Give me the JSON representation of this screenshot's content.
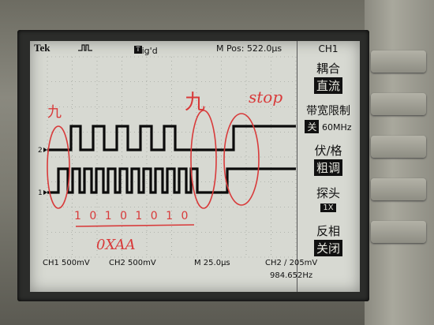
{
  "status_bar": {
    "brand": "Tek",
    "trigger_glyph": "T",
    "trigger_state": "Trig'd",
    "position_label": "M Pos: 522.0µs"
  },
  "menu": {
    "channel": "CH1",
    "coupling_title": "耦合",
    "coupling_value": "直流",
    "bw_limit_title": "带宽限制",
    "bw_limit_state": "关",
    "bw_limit_freq": "60MHz",
    "volts_div_title": "伏/格",
    "volts_div_value": "粗调",
    "probe_title": "探头",
    "probe_value": "1X",
    "invert_title": "反相",
    "invert_value": "关闭"
  },
  "bottom_bar": {
    "ch1": "CH1  500mV",
    "ch2": "CH2  500mV",
    "timebase": "M 25.0µs",
    "trigger": "CH2 ∕ 205mV",
    "frequency": "984.652Hz"
  },
  "markers": {
    "ch1": "1",
    "ch2": "2"
  },
  "annotations": {
    "left_char": "九",
    "mid_char": "九",
    "stop": "stop",
    "bits": "1 0 1 0 1 0 1 0",
    "label": "0XAA"
  },
  "colors": {
    "trace": "#0b0b0b",
    "ink": "#d83a3a",
    "screen": "#d7d9d2"
  }
}
